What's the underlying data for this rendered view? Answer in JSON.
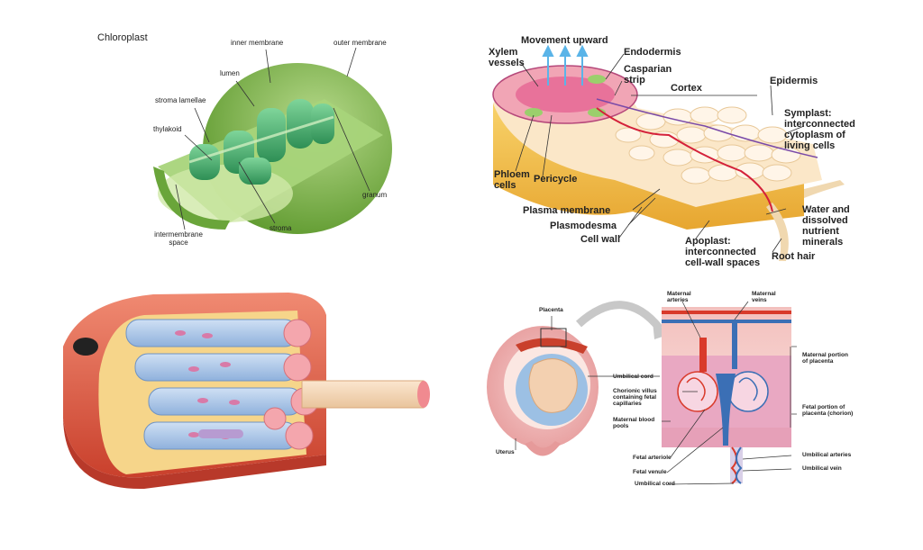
{
  "chloroplast": {
    "title": "Chloroplast",
    "labels": {
      "inner_membrane": "inner membrane",
      "outer_membrane": "outer membrane",
      "lumen": "lumen",
      "stroma_lamellae": "stroma lamellae",
      "thylakoid": "thylakoid",
      "granum": "granum",
      "stroma": "stroma",
      "intermembrane_line1": "intermembrane",
      "intermembrane_line2": "space"
    }
  },
  "root": {
    "labels": {
      "movement_upward": "Movement upward",
      "xylem_line1": "Xylem",
      "xylem_line2": "vessels",
      "endodermis": "Endodermis",
      "casparian_line1": "Casparian",
      "casparian_line2": "strip",
      "cortex": "Cortex",
      "epidermis": "Epidermis",
      "symplast_line1": "Symplast:",
      "symplast_line2": "interconnected",
      "symplast_line3": "cytoplasm of",
      "symplast_line4": "living cells",
      "phloem_line1": "Phloem",
      "phloem_line2": "cells",
      "pericycle": "Pericycle",
      "plasma_membrane": "Plasma membrane",
      "plasmodesma": "Plasmodesma",
      "cell_wall": "Cell wall",
      "water_line1": "Water and",
      "water_line2": "dissolved",
      "water_line3": "nutrient",
      "water_line4": "minerals",
      "apoplast_line1": "Apoplast:",
      "apoplast_line2": "interconnected",
      "apoplast_line3": "cell-wall spaces",
      "root_hair": "Root hair"
    }
  },
  "placenta": {
    "labels": {
      "placenta": "Placenta",
      "maternal_arteries_line1": "Maternal",
      "maternal_arteries_line2": "arteries",
      "maternal_veins_line1": "Maternal",
      "maternal_veins_line2": "veins",
      "maternal_portion_line1": "Maternal portion",
      "maternal_portion_line2": "of placenta",
      "umbilical_cord": "Umbilical cord",
      "chorionic_line1": "Chorionic villus",
      "chorionic_line2": "containing fetal",
      "chorionic_line3": "capillaries",
      "maternal_blood_line1": "Maternal blood",
      "maternal_blood_line2": "pools",
      "fetal_portion_line1": "Fetal portion of",
      "fetal_portion_line2": "placenta (chorion)",
      "uterus": "Uterus",
      "fetal_arteriole": "Fetal arteriole",
      "fetal_venule": "Fetal venule",
      "umbilical_cord_bottom": "Umbilical cord",
      "umbilical_arteries": "Umbilical arteries",
      "umbilical_vein": "Umbilical vein"
    }
  },
  "colors": {
    "chloroplast_green": "#7fb84a",
    "grana_green": "#3fa86a",
    "root_orange": "#f2c04a",
    "xylem_pink": "#d94c7a",
    "muscle_red": "#e0503c",
    "fibril_blue": "#a9c6e8",
    "maternal_red": "#d93a2b",
    "fetal_blue": "#3b6fb5"
  }
}
